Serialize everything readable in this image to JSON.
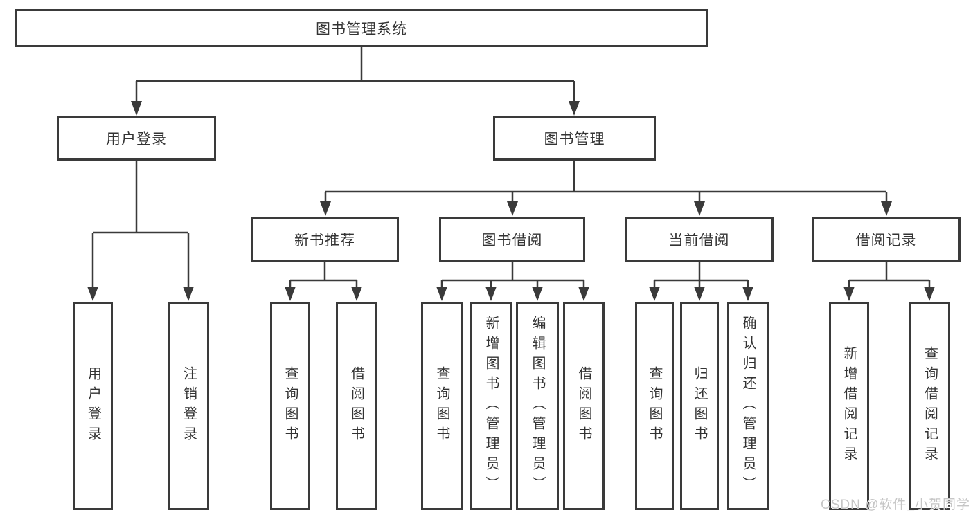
{
  "colors": {
    "background": "#ffffff",
    "line": "#3a3a3a",
    "box_border": "#3a3a3a",
    "text": "#333333",
    "watermark": "#c6c6c6"
  },
  "watermark": "CSDN @软件_小贺同学",
  "tree": {
    "root": {
      "label": "图书管理系统"
    },
    "branches": [
      {
        "label": "用户登录",
        "children": [
          {
            "label": "用户登录"
          },
          {
            "label": "注销登录"
          }
        ]
      },
      {
        "label": "图书管理",
        "children": [
          {
            "label": "新书推荐",
            "children": [
              {
                "label": "查询图书"
              },
              {
                "label": "借阅图书"
              }
            ]
          },
          {
            "label": "图书借阅",
            "children": [
              {
                "label": "查询图书"
              },
              {
                "label": "新增图书（管理员）"
              },
              {
                "label": "编辑图书（管理员）"
              },
              {
                "label": "借阅图书"
              }
            ]
          },
          {
            "label": "当前借阅",
            "children": [
              {
                "label": "查询图书"
              },
              {
                "label": "归还图书"
              },
              {
                "label": "确认归还（管理员）"
              }
            ]
          },
          {
            "label": "借阅记录",
            "children": [
              {
                "label": "新增借阅记录"
              },
              {
                "label": "查询借阅记录"
              }
            ]
          }
        ]
      }
    ]
  }
}
